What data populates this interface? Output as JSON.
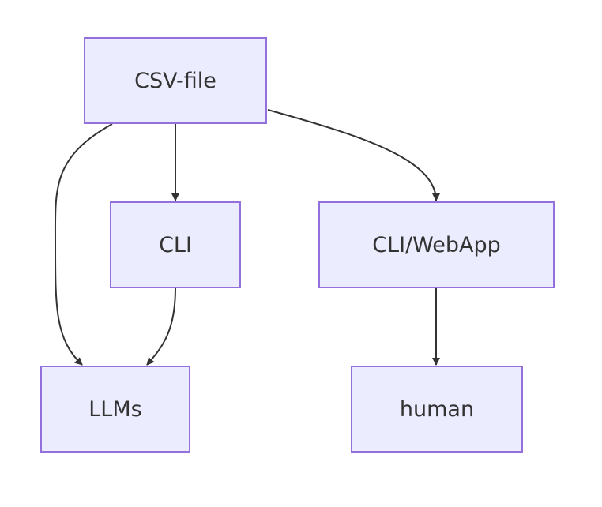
{
  "diagram": {
    "type": "flowchart",
    "direction": "top-down",
    "nodes": [
      {
        "id": "csv",
        "label": "CSV-file"
      },
      {
        "id": "cli",
        "label": "CLI"
      },
      {
        "id": "cliweb",
        "label": "CLI/WebApp"
      },
      {
        "id": "llms",
        "label": "LLMs"
      },
      {
        "id": "human",
        "label": "human"
      }
    ],
    "edges": [
      {
        "from": "csv",
        "to": "cli"
      },
      {
        "from": "csv",
        "to": "llms"
      },
      {
        "from": "csv",
        "to": "cliweb"
      },
      {
        "from": "cli",
        "to": "llms"
      },
      {
        "from": "cliweb",
        "to": "human"
      }
    ],
    "colors": {
      "node_fill": "#ECECFF",
      "node_border": "#9370DB",
      "edge": "#333333",
      "text": "#333333"
    }
  }
}
